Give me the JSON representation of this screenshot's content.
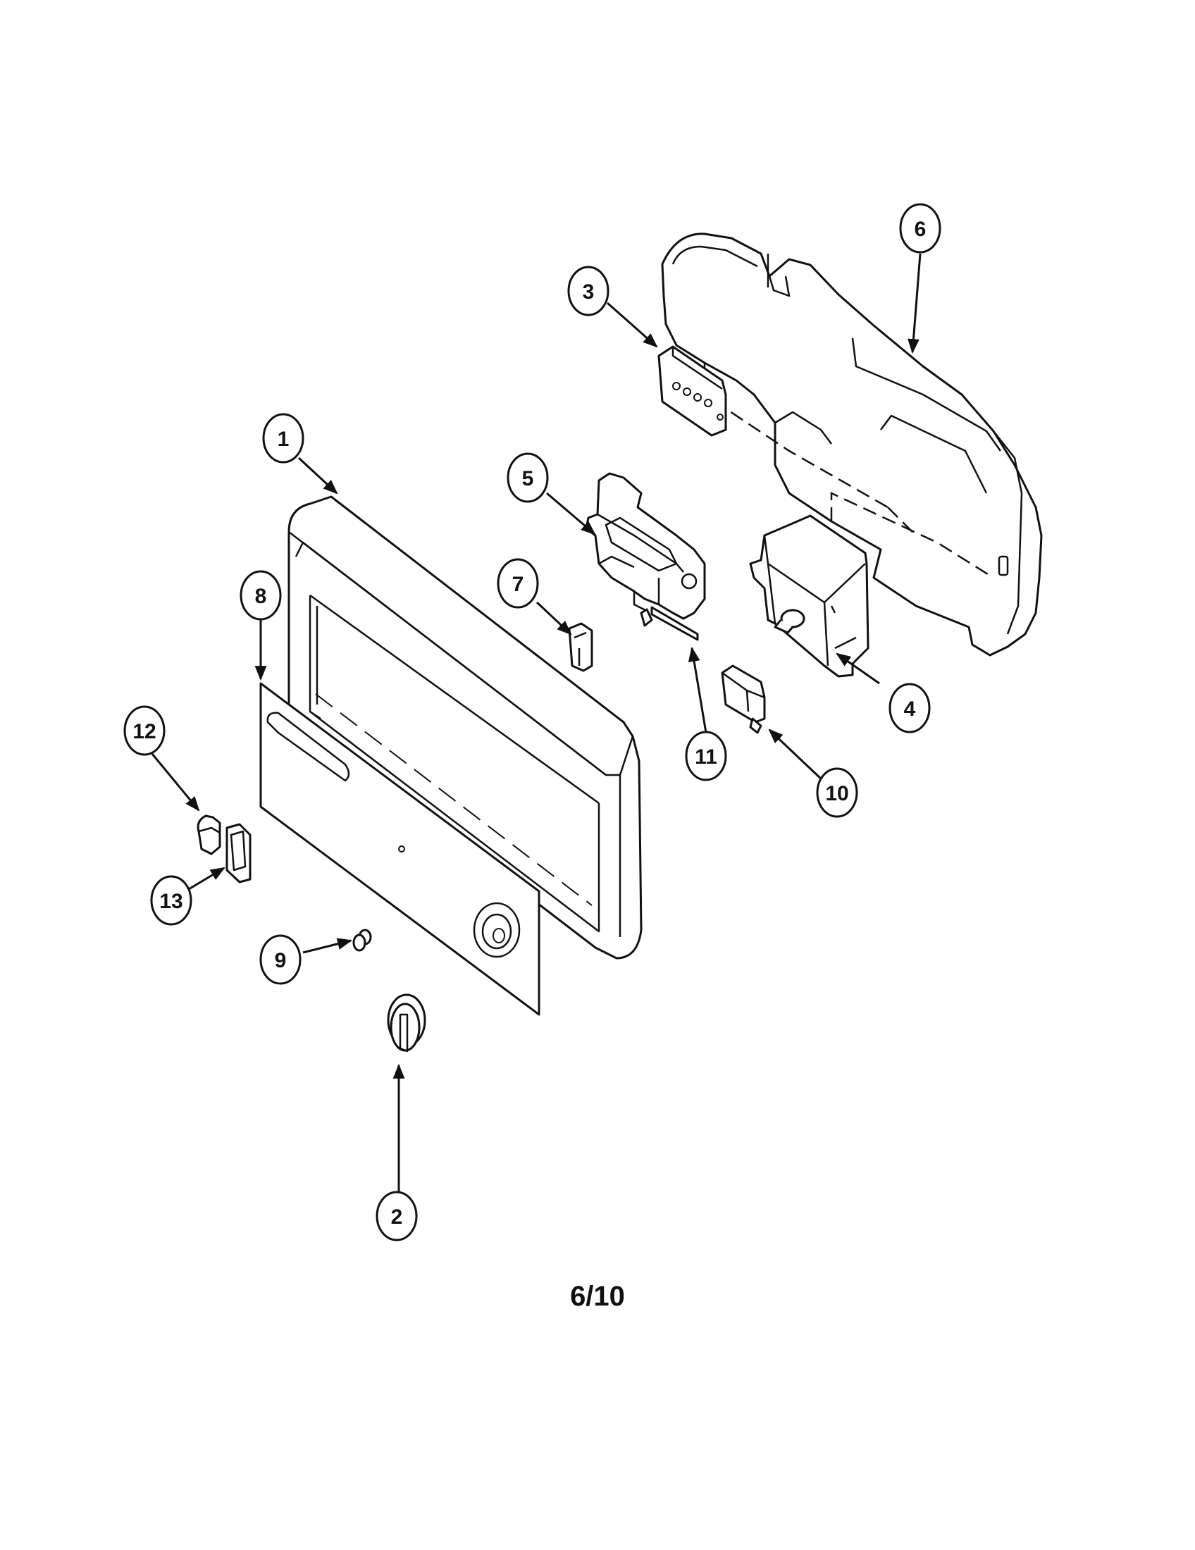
{
  "page_number": "6/10",
  "callouts": [
    "1",
    "2",
    "3",
    "4",
    "5",
    "6",
    "7",
    "8",
    "9",
    "10",
    "11",
    "12",
    "13"
  ],
  "colors": {
    "ink": "#111111",
    "paper": "#ffffff"
  }
}
